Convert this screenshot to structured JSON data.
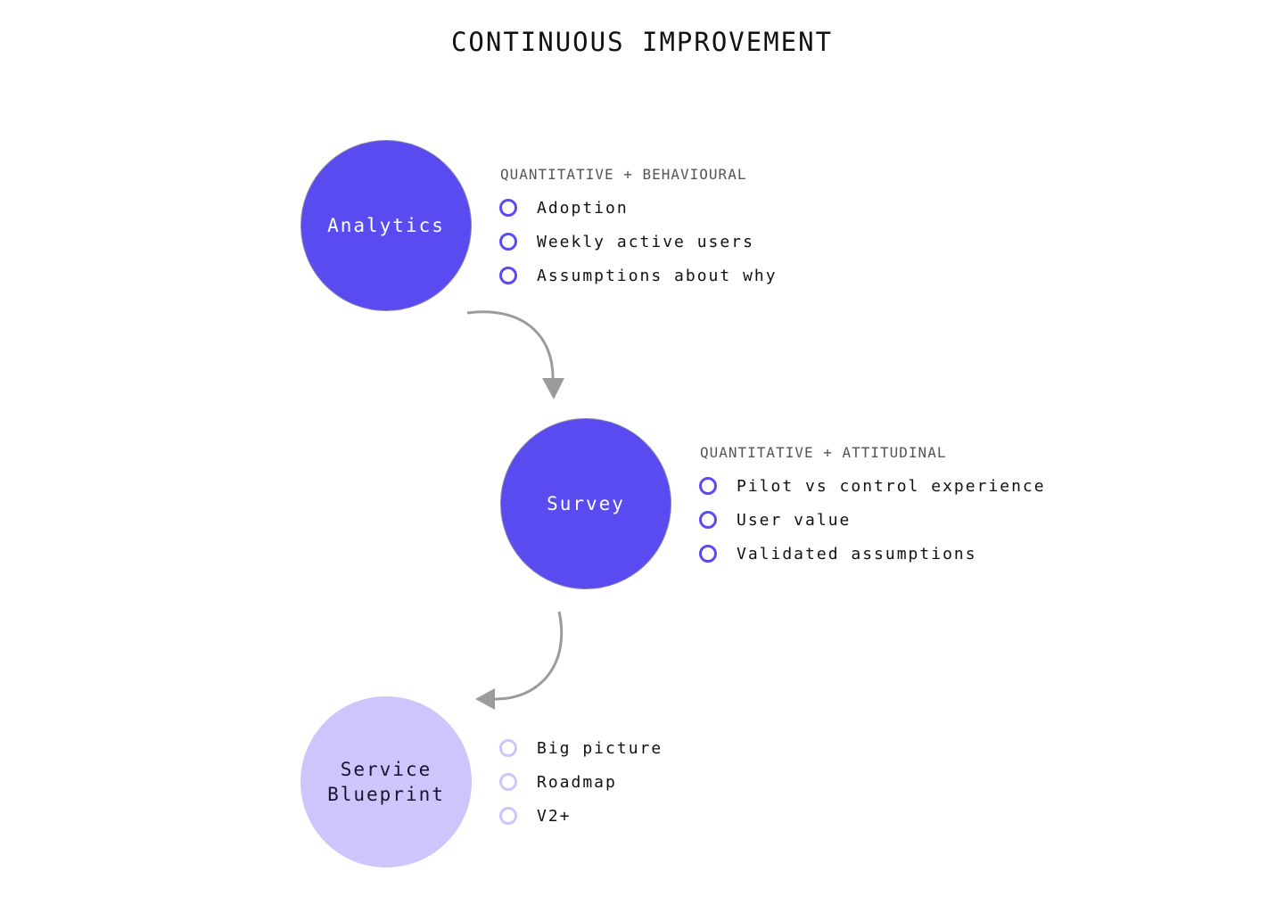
{
  "title": "CONTINUOUS IMPROVEMENT",
  "colors": {
    "primary": "#5a4bf1",
    "light": "#cec5fc",
    "arrow": "#9b9b9b"
  },
  "stages": [
    {
      "name": "Analytics",
      "label": "QUANTITATIVE + BEHAVIOURAL",
      "items": [
        "Adoption",
        "Weekly active users",
        "Assumptions about why"
      ]
    },
    {
      "name": "Survey",
      "label": "QUANTITATIVE + ATTITUDINAL",
      "items": [
        "Pilot vs control experience",
        "User value",
        "Validated assumptions"
      ]
    },
    {
      "name_lines": [
        "Service",
        "Blueprint"
      ],
      "items": [
        "Big picture",
        "Roadmap",
        "V2+"
      ]
    }
  ]
}
